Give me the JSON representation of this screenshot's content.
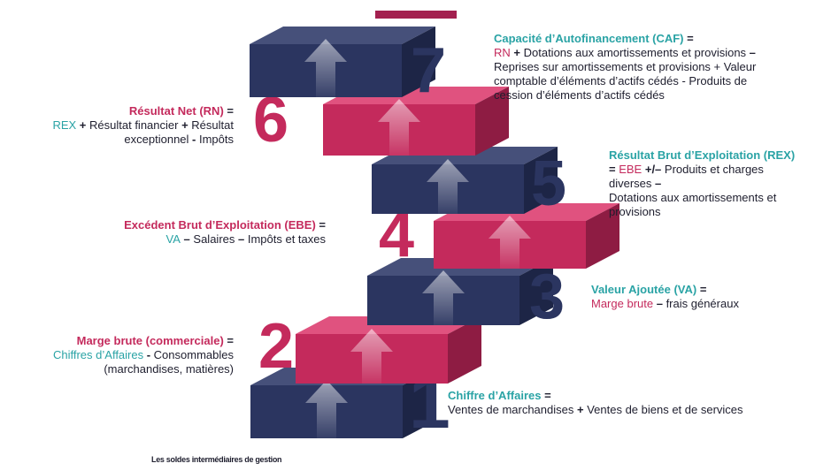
{
  "steps": [
    {
      "num": "1",
      "color": "navy",
      "title": "Chiffre d’Affaires",
      "title_suffix": " =",
      "line1": "Ventes de marchandises",
      "op1": " + ",
      "line1b": "Ventes de biens et de services"
    },
    {
      "num": "2",
      "color": "magenta",
      "title": "Marge brute (commerciale)",
      "title_suffix": " =",
      "hl": "Chiffres d’Affaires",
      "op": " - ",
      "rest": "Consommables",
      "line2": "(marchandises, matières)"
    },
    {
      "num": "3",
      "color": "navy",
      "title": "Valeur Ajoutée (VA)",
      "title_suffix": " =",
      "hl": "Marge brute",
      "op": " – ",
      "rest": "frais généraux"
    },
    {
      "num": "4",
      "color": "magenta",
      "title": "Excédent Brut d’Exploitation (EBE)",
      "title_suffix": " =",
      "hl": "VA",
      "op1": " – ",
      "mid": "Salaires",
      "op2": " – ",
      "rest": "Impôts et taxes"
    },
    {
      "num": "5",
      "color": "navy",
      "title": "Résultat Brut d’Exploitation (REX)",
      "prefix": "= ",
      "hl": "EBE",
      "op": " +/– ",
      "rest": "Produits et charges",
      "line2": "diverses",
      "line2_op": " –",
      "line3": "Dotations aux amortissements et",
      "line4": "provisions"
    },
    {
      "num": "6",
      "color": "magenta",
      "title": "Résultat Net (RN)",
      "title_suffix": " =",
      "hl": "REX",
      "op1": " + ",
      "mid": "Résultat financier",
      "op2": " +  ",
      "rest": "Résultat",
      "line2": "exceptionnel",
      "op3": " - ",
      "line2b": "Impôts"
    },
    {
      "num": "7",
      "color": "navy",
      "title": "Capacité d’Autofinancement (CAF)",
      "title_suffix": " =",
      "hl": "RN",
      "op": " + ",
      "rest": "Dotations aux amortissements et provisions",
      "rest_op": " –",
      "line2": "Reprises sur amortissements et provisions + Valeur",
      "line3": "comptable d’éléments d’actifs cédés - Produits de",
      "line4": "cession d’éléments d’actifs cédés"
    }
  ],
  "caption": "Les soldes intermédiaires de gestion",
  "colors": {
    "navy": "#2b3560",
    "magenta": "#c42a5c",
    "teal": "#2aa3a5",
    "accent": "#a3204f"
  }
}
